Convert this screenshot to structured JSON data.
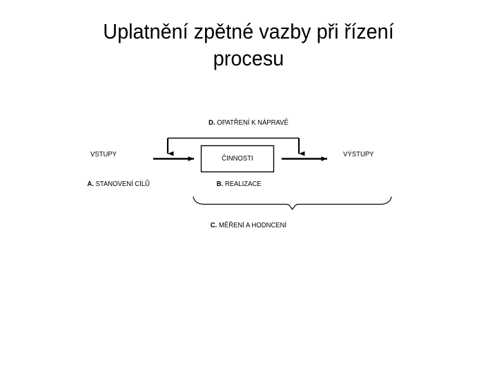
{
  "slide": {
    "title": "Uplatnění zpětné vazby při řízení\nprocesu",
    "background_color": "#FFFFFF",
    "ink_color": "#000000"
  },
  "diagram": {
    "type": "process-feedback-loop",
    "labels": {
      "corrective_action": {
        "tag": "D.",
        "text": "OPATŘENÍ K NÁPRAVĚ"
      },
      "inputs": "VSTUPY",
      "activities": "ČINNOSTI",
      "outputs": "VÝSTUPY",
      "goal_setting": {
        "tag": "A.",
        "text": "STANOVENÍ CÍLŮ"
      },
      "realization": {
        "tag": "B.",
        "text": "REALIZACE"
      },
      "measurement": {
        "tag": "C.",
        "text": "MĚŘENÍ A HODNCENÍ"
      }
    }
  }
}
